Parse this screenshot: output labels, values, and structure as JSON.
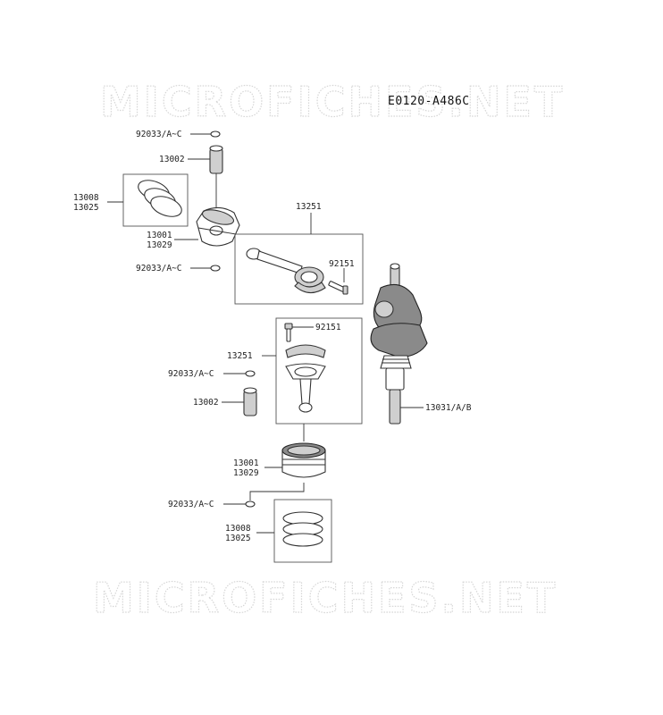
{
  "diagram_code": "E0120-A486C",
  "watermark": "MICROFICHES.NET",
  "labels": {
    "ring_clip_top_a": "92033/A~C",
    "pin_top": "13002",
    "rings_top_1": "13008",
    "rings_top_2": "13025",
    "piston_top_1": "13001",
    "piston_top_2": "13029",
    "ring_clip_top_b": "92033/A~C",
    "rod_top": "13251",
    "bolt_top": "92151",
    "bolt_mid": "92151",
    "rod_mid": "13251",
    "ring_clip_mid_a": "92033/A~C",
    "pin_mid": "13002",
    "crankshaft": "13031/A/B",
    "piston_mid_1": "13001",
    "piston_mid_2": "13029",
    "ring_clip_mid_b": "92033/A~C",
    "rings_bot_1": "13008",
    "rings_bot_2": "13025"
  }
}
